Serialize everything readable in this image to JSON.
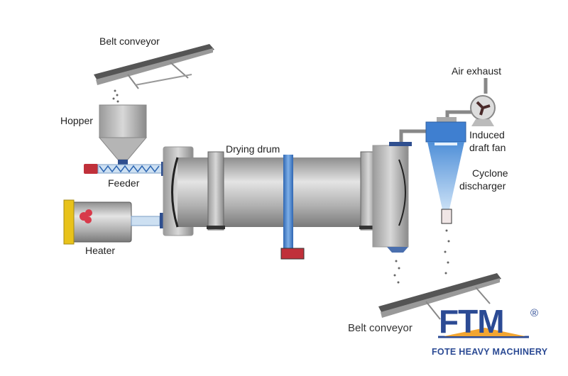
{
  "labels": {
    "belt_conveyor_top": "Belt conveyor",
    "hopper": "Hopper",
    "feeder": "Feeder",
    "heater": "Heater",
    "drying_drum": "Drying drum",
    "air_exhaust": "Air exhaust",
    "induced_draft_fan_line1": "Induced",
    "induced_draft_fan_line2": "draft fan",
    "cyclone_line1": "Cyclone",
    "cyclone_line2": "discharger",
    "belt_conveyor_bottom": "Belt conveyor"
  },
  "logo": {
    "mark": "FTM",
    "registered": "®",
    "company": "FOTE HEAVY MACHINERY",
    "colors": {
      "blue": "#2b4a94",
      "orange": "#f2a531"
    }
  },
  "colors": {
    "drum": "#b8b8b8",
    "cyclone": "#7fb3e6",
    "tube": "#4a86d0",
    "heater_plate": "#e8c21a",
    "motor": "#c0303a"
  }
}
